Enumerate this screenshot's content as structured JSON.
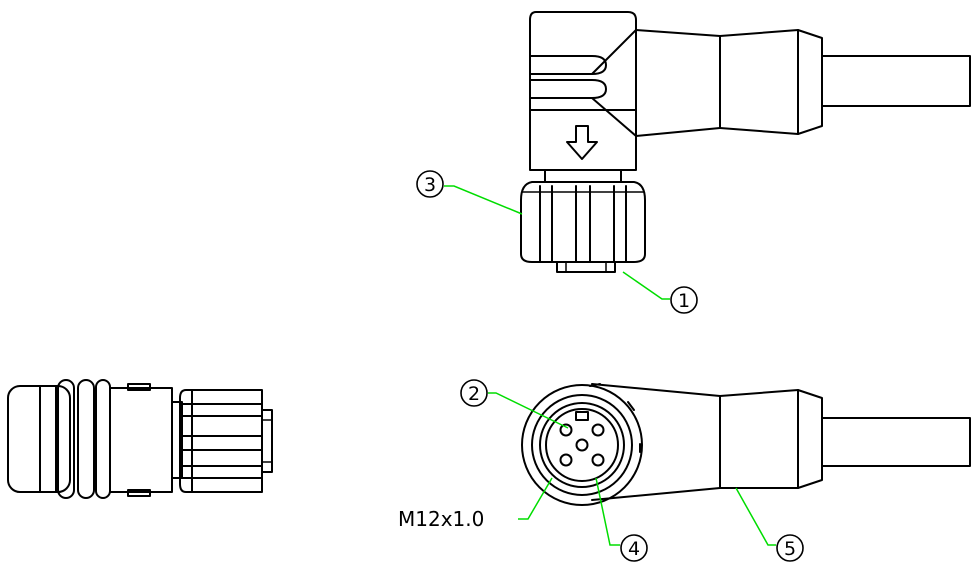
{
  "callouts": [
    {
      "id": "1",
      "text": "1"
    },
    {
      "id": "2",
      "text": "2"
    },
    {
      "id": "3",
      "text": "3"
    },
    {
      "id": "4",
      "text": "4"
    },
    {
      "id": "5",
      "text": "5"
    }
  ],
  "thread_label": "M12x1.0",
  "colors": {
    "line": "#000000",
    "leader": "#00dd00",
    "background": "#ffffff"
  },
  "icons": [
    "insertion-direction-arrow-icon"
  ]
}
